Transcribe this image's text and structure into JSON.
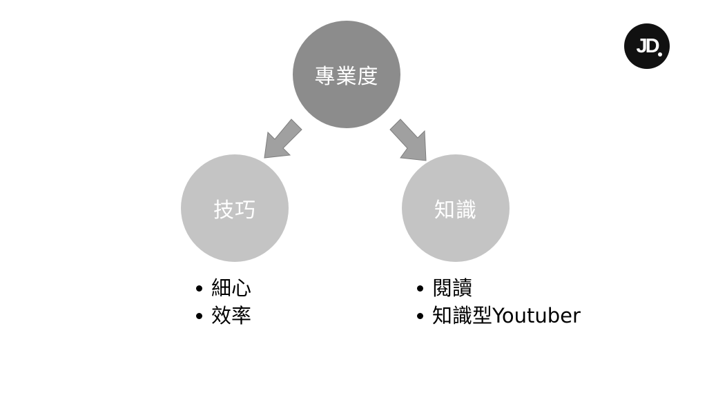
{
  "nodes": {
    "top": "專業度",
    "left": "技巧",
    "right": "知識"
  },
  "bullets": {
    "left": [
      "細心",
      "效率"
    ],
    "right": [
      "閱讀",
      "知識型Youtuber"
    ]
  },
  "logo": {
    "text": "JD"
  },
  "colors": {
    "top_node": "#8c8c8c",
    "child_nodes": "#c4c4c4",
    "arrows": "#a0a0a0",
    "logo_bg": "#111111"
  }
}
